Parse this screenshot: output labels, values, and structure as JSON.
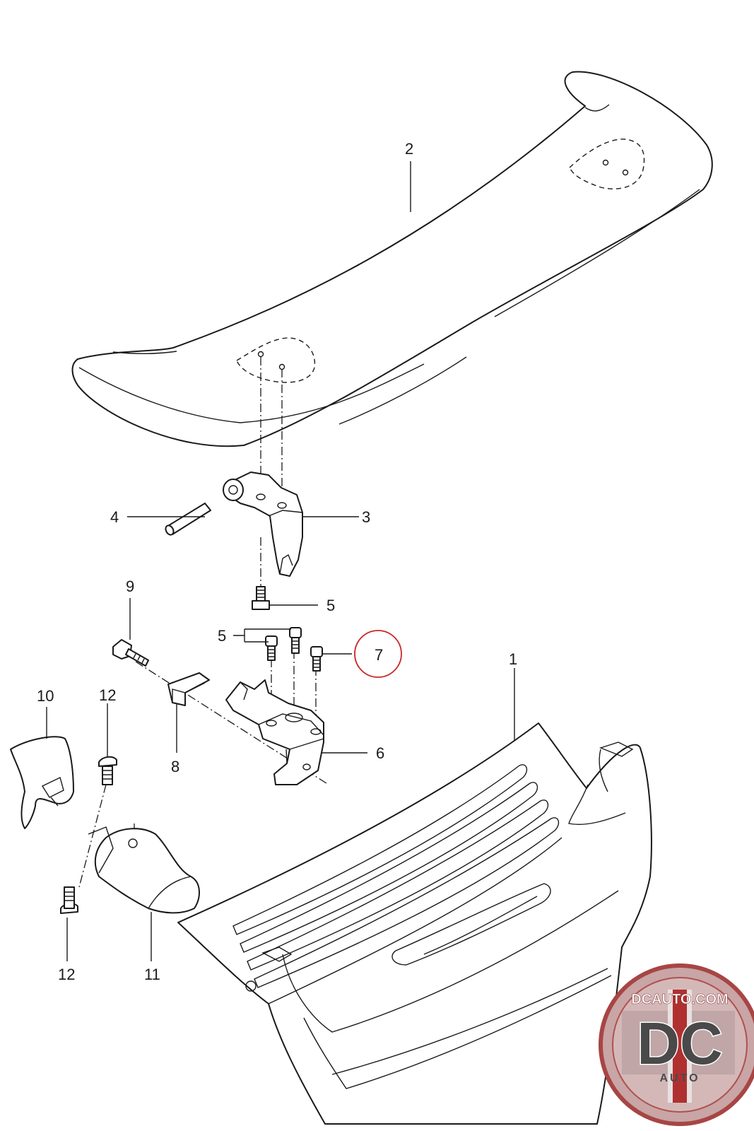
{
  "callouts": [
    {
      "id": "c1",
      "label": "1"
    },
    {
      "id": "c2",
      "label": "2"
    },
    {
      "id": "c3",
      "label": "3"
    },
    {
      "id": "c4",
      "label": "4"
    },
    {
      "id": "c5a",
      "label": "5"
    },
    {
      "id": "c5b",
      "label": "5"
    },
    {
      "id": "c6",
      "label": "6"
    },
    {
      "id": "c7",
      "label": "7"
    },
    {
      "id": "c8",
      "label": "8"
    },
    {
      "id": "c9",
      "label": "9"
    },
    {
      "id": "c10",
      "label": "10"
    },
    {
      "id": "c11",
      "label": "11"
    },
    {
      "id": "c12a",
      "label": "12"
    },
    {
      "id": "c12b",
      "label": "12"
    }
  ],
  "highlighted_callout": "7",
  "highlight_color": "#c62828",
  "logo": {
    "top_text": "DCAUTO.COM",
    "main_text": "DC",
    "bottom_text": "AUTO",
    "ring_color": "#b23a3a"
  }
}
